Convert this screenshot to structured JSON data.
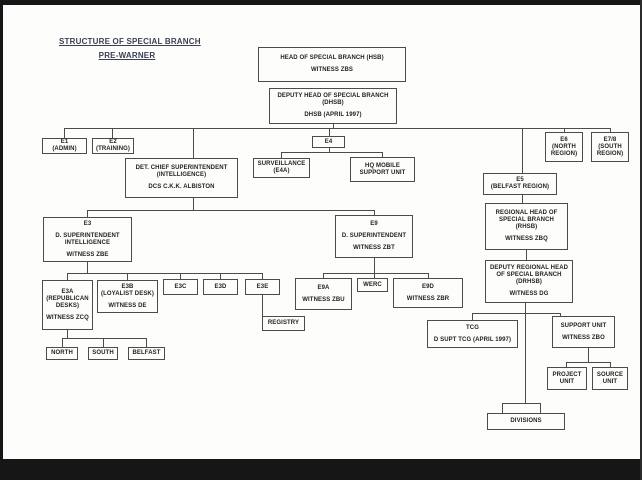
{
  "page": {
    "title_line1": "STRUCTURE OF SPECIAL BRANCH",
    "title_line2": "PRE-WARNER"
  },
  "colors": {
    "paper": "#fdfdfc",
    "frame_bars": "#161616",
    "box_border": "#4c4c4c",
    "connector_line": "#4c4c4c",
    "title_ink": "#3b4054",
    "text_ink": "#222222"
  },
  "nodes": {
    "hsb": {
      "lines": [
        "HEAD OF SPECIAL BRANCH (HSB)",
        "",
        "WITNESS ZBS"
      ]
    },
    "dhsb": {
      "lines": [
        "DEPUTY HEAD OF SPECIAL BRANCH",
        "(DHSB)",
        "",
        "DHSB (APRIL 1997)"
      ]
    },
    "e1": {
      "lines": [
        "E1",
        "(ADMIN)"
      ]
    },
    "e2": {
      "lines": [
        "E2",
        "(TRAINING)"
      ]
    },
    "det_chief": {
      "lines": [
        "DET. CHIEF SUPERINTENDENT",
        "(INTELLIGENCE)",
        "",
        "DCS C.K.K. ALBISTON"
      ]
    },
    "e4": {
      "lines": [
        "E4"
      ]
    },
    "surveillance": {
      "lines": [
        "SURVEILLANCE",
        "(E4A)"
      ]
    },
    "hq_mobile": {
      "lines": [
        "HQ MOBILE",
        "SUPPORT UNIT"
      ]
    },
    "e6": {
      "lines": [
        "E6",
        "(NORTH",
        "REGION)"
      ]
    },
    "e78": {
      "lines": [
        "E7/8",
        "(SOUTH",
        "REGION)"
      ]
    },
    "e5": {
      "lines": [
        "E5",
        "(BELFAST REGION)"
      ]
    },
    "rhsb": {
      "lines": [
        "REGIONAL HEAD OF",
        "SPECIAL BRANCH",
        "(RHSB)",
        "",
        "WITNESS ZBQ"
      ]
    },
    "drhsb": {
      "lines": [
        "DEPUTY REGIONAL HEAD",
        "OF SPECIAL BRANCH",
        "(DRHSB)",
        "",
        "WITNESS DG"
      ]
    },
    "e3": {
      "lines": [
        "E3",
        "",
        "D. SUPERINTENDENT",
        "INTELLIGENCE",
        "",
        "WITNESS ZBE"
      ]
    },
    "e9": {
      "lines": [
        "E9",
        "",
        "D. SUPERINTENDENT",
        "",
        "WITNESS ZBT"
      ]
    },
    "e3a": {
      "lines": [
        "E3A",
        "(REPUBLICAN",
        "DESKS)",
        "",
        "WITNESS ZCQ"
      ]
    },
    "e3b": {
      "lines": [
        "E3B",
        "(LOYALIST DESK)",
        "",
        "WITNESS DE"
      ]
    },
    "e3c": {
      "lines": [
        "E3C"
      ]
    },
    "e3d": {
      "lines": [
        "E3D"
      ]
    },
    "e3e": {
      "lines": [
        "E3E"
      ]
    },
    "registry": {
      "lines": [
        "REGISTRY"
      ]
    },
    "north": {
      "lines": [
        "NORTH"
      ]
    },
    "south": {
      "lines": [
        "SOUTH"
      ]
    },
    "belfast": {
      "lines": [
        "BELFAST"
      ]
    },
    "e9a": {
      "lines": [
        "E9A",
        "",
        "WITNESS ZBU"
      ]
    },
    "werc": {
      "lines": [
        "WERC"
      ]
    },
    "e9d": {
      "lines": [
        "E9D",
        "",
        "WITNESS ZBR"
      ]
    },
    "tcg": {
      "lines": [
        "TCG",
        "",
        "D SUPT TCG (APRIL 1997)"
      ]
    },
    "support_unit": {
      "lines": [
        "SUPPORT UNIT",
        "",
        "WITNESS ZBO"
      ]
    },
    "project_unit": {
      "lines": [
        "PROJECT",
        "UNIT"
      ]
    },
    "source_unit": {
      "lines": [
        "SOURCE",
        "UNIT"
      ]
    },
    "divisions": {
      "lines": [
        "DIVISIONS"
      ]
    }
  }
}
